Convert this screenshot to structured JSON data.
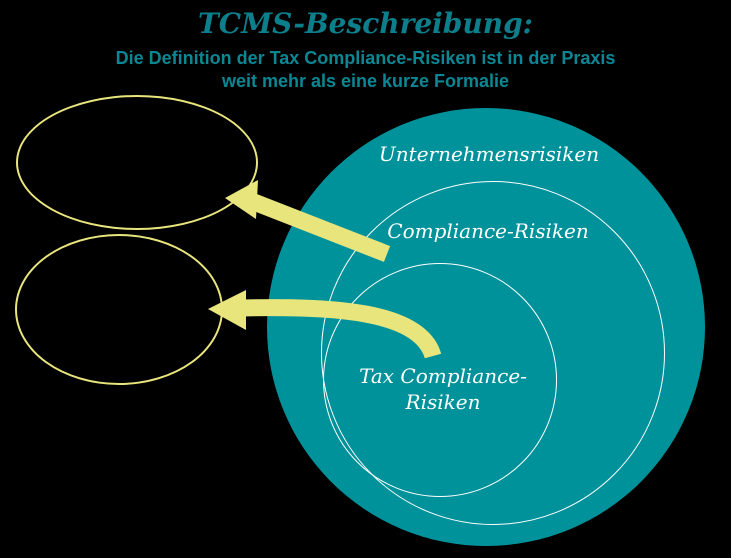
{
  "header": {
    "title": "TCMS-Beschreibung:",
    "subtitle_line1": "Die Definition der Tax Compliance-Risiken ist in der Praxis",
    "subtitle_line2": "weit mehr als eine kurze Formalie"
  },
  "diagram": {
    "outer_circle_label": "Unternehmensrisiken",
    "middle_circle_label": "Compliance-Risiken",
    "inner_circle_label_line1": "Tax Compliance-",
    "inner_circle_label_line2": "Risiken"
  },
  "colors": {
    "background": "#000000",
    "teal_circle": "#00929b",
    "title_teal": "#0d7f8c",
    "subtitle_teal": "#0b8794",
    "yellow": "#e9e57d",
    "white": "#ffffff"
  }
}
